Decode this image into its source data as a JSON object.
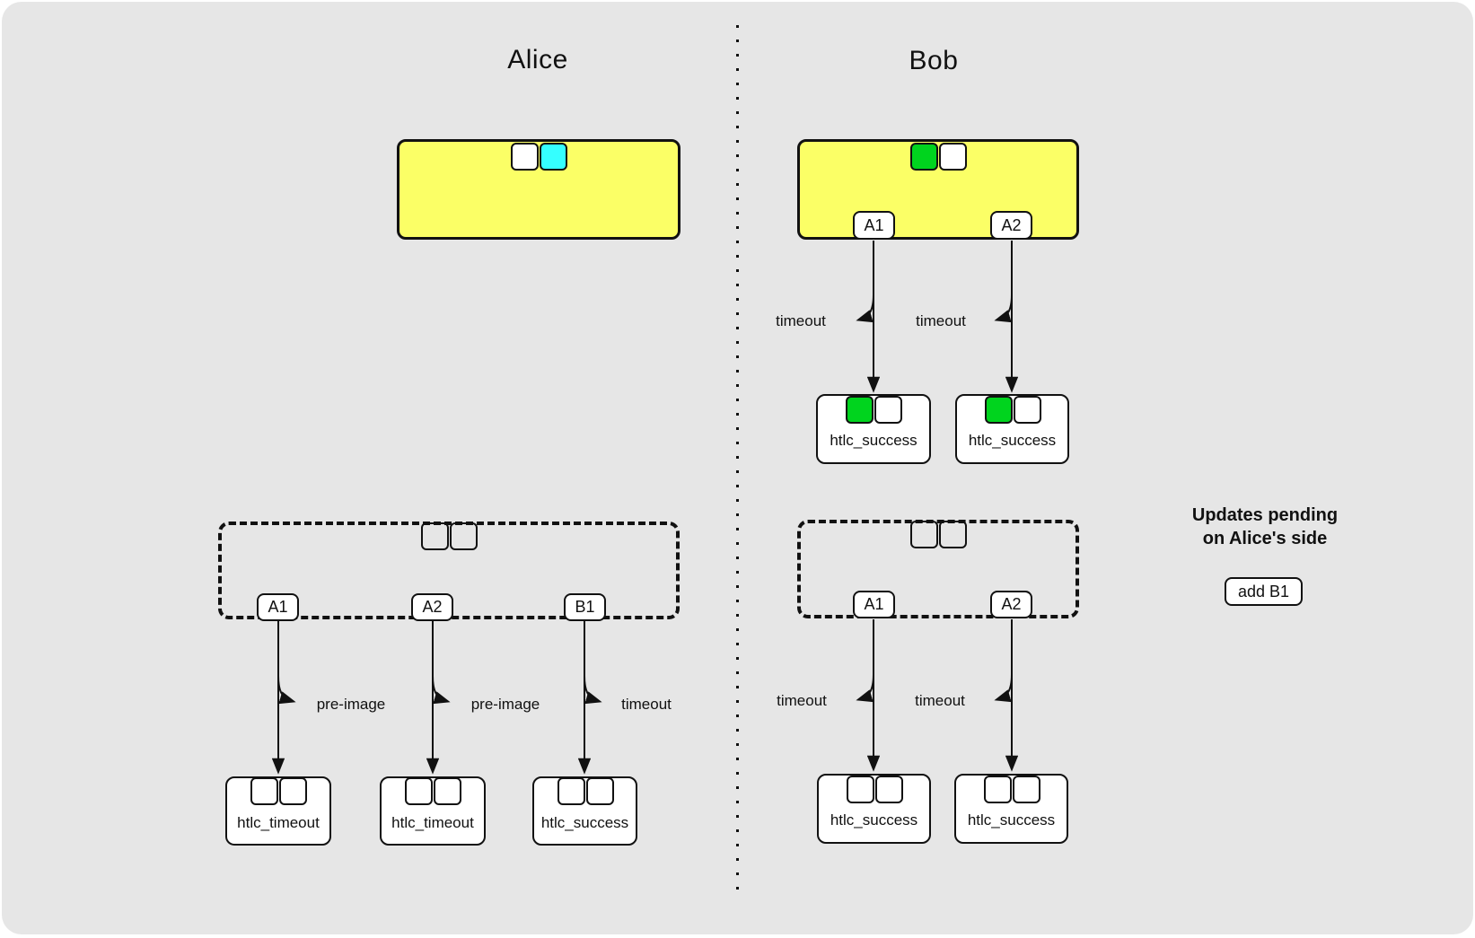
{
  "titles": {
    "alice": "Alice",
    "bob": "Bob"
  },
  "bob_commitment": {
    "outputs": [
      {
        "label": "A1",
        "claim": "timeout",
        "spend": "htlc_success"
      },
      {
        "label": "A2",
        "claim": "timeout",
        "spend": "htlc_success"
      }
    ]
  },
  "alice_pending": {
    "outputs": [
      {
        "label": "A1",
        "claim": "pre-image",
        "spend": "htlc_timeout"
      },
      {
        "label": "A2",
        "claim": "pre-image",
        "spend": "htlc_timeout"
      },
      {
        "label": "B1",
        "claim": "timeout",
        "spend": "htlc_success"
      }
    ]
  },
  "bob_pending": {
    "outputs": [
      {
        "label": "A1",
        "claim": "timeout",
        "spend": "htlc_success"
      },
      {
        "label": "A2",
        "claim": "timeout",
        "spend": "htlc_success"
      }
    ]
  },
  "annotation": {
    "line1": "Updates pending",
    "line2": "on Alice's side",
    "button": "add B1"
  },
  "colors": {
    "canvas_bg": "#e6e6e6",
    "commitment_fill": "#fbff66",
    "slot_cyan": "#35ffff",
    "slot_green": "#00d41e",
    "ink": "#111111"
  }
}
